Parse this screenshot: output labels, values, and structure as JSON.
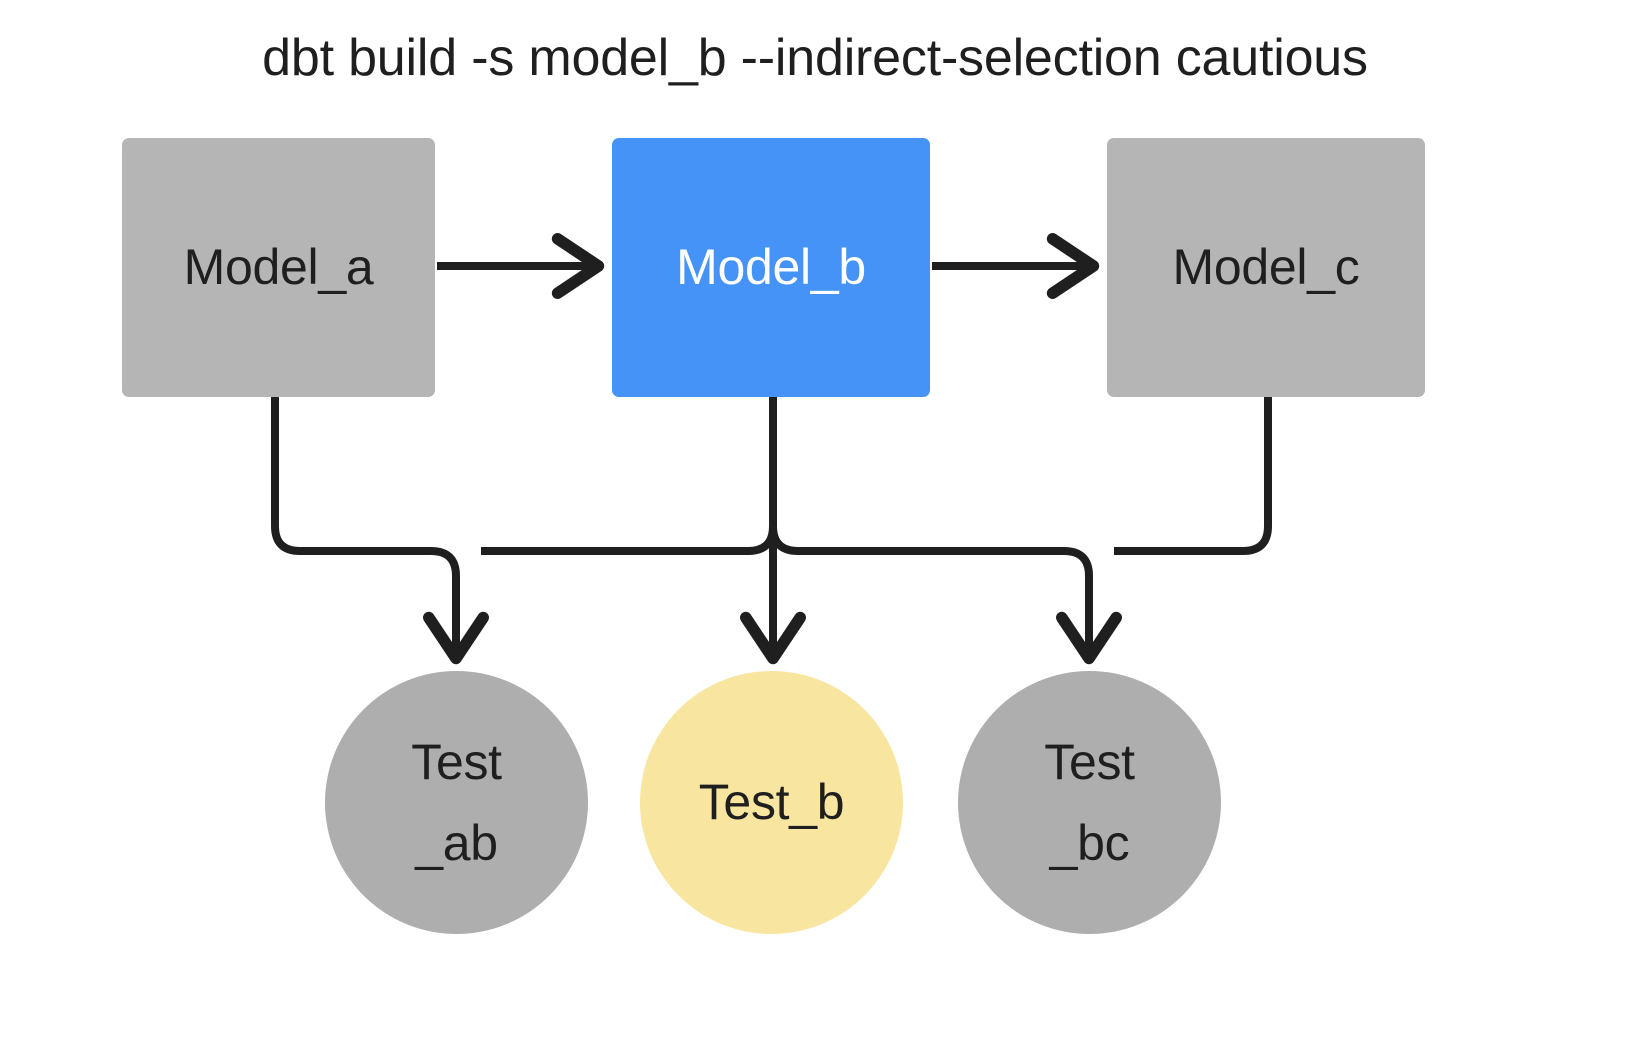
{
  "title": "dbt build -s model_b --indirect-selection cautious",
  "colors": {
    "background": "#ffffff",
    "node_gray": "#b5b5b5",
    "circle_gray": "#aeaeae",
    "selected_blue": "#4593f7",
    "test_yellow": "#f8e5a0",
    "edge_black": "#1f1f1f",
    "text_dark": "#1f1f1f",
    "text_light": "#ffffff"
  },
  "nodes": {
    "model_a": {
      "label": "Model_a",
      "shape": "rect",
      "fill": "#b5b5b5",
      "text_color": "#1f1f1f",
      "selected": false
    },
    "model_b": {
      "label": "Model_b",
      "shape": "rect",
      "fill": "#4593f7",
      "text_color": "#ffffff",
      "selected": true
    },
    "model_c": {
      "label": "Model_c",
      "shape": "rect",
      "fill": "#b5b5b5",
      "text_color": "#1f1f1f",
      "selected": false
    },
    "test_ab": {
      "label": "Test\n_ab",
      "shape": "circle",
      "fill": "#aeaeae",
      "text_color": "#1f1f1f",
      "selected": false
    },
    "test_b": {
      "label": "Test_b",
      "shape": "circle",
      "fill": "#f8e5a0",
      "text_color": "#1f1f1f",
      "selected": true
    },
    "test_bc": {
      "label": "Test\n_bc",
      "shape": "circle",
      "fill": "#aeaeae",
      "text_color": "#1f1f1f",
      "selected": false
    }
  },
  "edges": [
    {
      "from": "model_a",
      "to": "model_b",
      "style": "straight-right"
    },
    {
      "from": "model_b",
      "to": "model_c",
      "style": "straight-right"
    },
    {
      "from": "model_a",
      "to": "test_ab",
      "style": "elbow-down-right"
    },
    {
      "from": "model_b",
      "to": "test_ab",
      "style": "elbow-down-left"
    },
    {
      "from": "model_b",
      "to": "test_b",
      "style": "straight-down"
    },
    {
      "from": "model_b",
      "to": "test_bc",
      "style": "elbow-down-right"
    },
    {
      "from": "model_c",
      "to": "test_bc",
      "style": "elbow-down-left"
    }
  ]
}
